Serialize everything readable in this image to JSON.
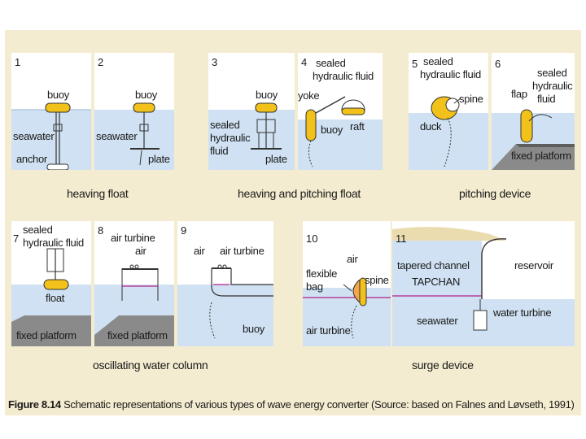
{
  "colors": {
    "water": "#cfe1f2",
    "buoy": "#f2c21a",
    "platform": "#8a8a8a",
    "paper": "#f4ecd0"
  },
  "panels": {
    "p1": {
      "num": "1",
      "buoy": "buoy",
      "seawater": "seawater",
      "anchor": "anchor"
    },
    "p2": {
      "num": "2",
      "buoy": "buoy",
      "seawater": "seawater",
      "plate": "plate"
    },
    "p3": {
      "num": "3",
      "buoy": "buoy",
      "fluid1": "sealed",
      "fluid2": "hydraulic",
      "fluid3": "fluid",
      "plate": "plate"
    },
    "p4": {
      "num": "4",
      "sealed": "sealed",
      "fluid": "hydraulic fluid",
      "yoke": "yoke",
      "raft": "raft",
      "buoy": "buoy"
    },
    "p5": {
      "num": "5",
      "sealed": "sealed",
      "fluid": "hydraulic fluid",
      "spine": "spine",
      "duck": "duck"
    },
    "p6": {
      "num": "6",
      "sealed": "sealed",
      "hydraulic": "hydraulic",
      "fluid": "fluid",
      "flap": "flap",
      "platform": "fixed platform"
    },
    "p7": {
      "num": "7",
      "sealed": "sealed",
      "fluid": "hydraulic fluid",
      "float": "float",
      "platform": "fixed platform"
    },
    "p8": {
      "num": "8",
      "turbine": "air turbine",
      "air": "air",
      "platform": "fixed platform"
    },
    "p9": {
      "num": "9",
      "air": "air",
      "turbine": "air turbine",
      "buoy": "buoy"
    },
    "p10": {
      "num": "10",
      "air": "air",
      "flexible": "flexible",
      "bag": "bag",
      "spine": "spine",
      "turbine": "air turbine"
    },
    "p11": {
      "num": "11",
      "channel": "tapered channel",
      "tapchan": "TAPCHAN",
      "reservoir": "reservoir",
      "seawater": "seawater",
      "turbine": "water turbine"
    }
  },
  "groups": {
    "heaving_float": "heaving float",
    "heaving_pitching": "heaving and pitching float",
    "pitching_device": "pitching device",
    "owc": "oscillating water column",
    "surge": "surge device"
  },
  "caption": {
    "figure": "Figure 8.14",
    "text": "Schematic representations of various types of wave energy converter (Source: based on Falnes and Løvseth, 1991)"
  }
}
